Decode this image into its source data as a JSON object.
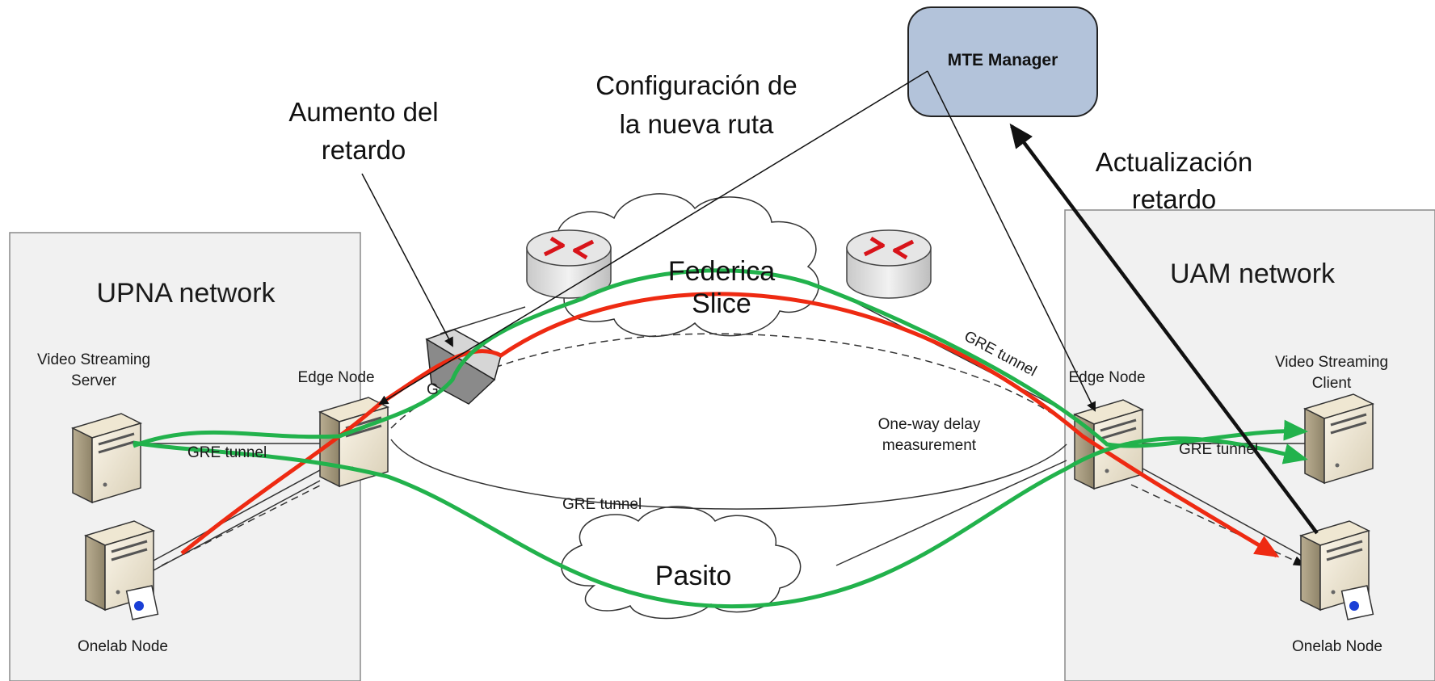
{
  "networks": {
    "upna": "UPNA network",
    "uam": "UAM network"
  },
  "clouds": {
    "federica_line1": "Federica",
    "federica_line2": "Slice",
    "pasito": "Pasito"
  },
  "nodes": {
    "upna_server_line1": "Video Streaming",
    "upna_server_line2": "Server",
    "upna_edge": "Edge Node",
    "upna_onelab": "Onelab Node",
    "uam_edge": "Edge Node",
    "uam_client_line1": "Video Streaming",
    "uam_client_line2": "Client",
    "uam_onelab": "Onelab Node"
  },
  "tunnels": {
    "upna_local": "GRE tunnel",
    "pasito": "GRE tunnel",
    "federica_right": "GRE tunnel",
    "uam_local": "GRE tunnel",
    "federica_left_fragment": "G"
  },
  "measurement": {
    "line1": "One-way delay",
    "line2": "measurement"
  },
  "manager": {
    "label": "MTE Manager"
  },
  "annotations": {
    "delay_increase_line1": "Aumento del",
    "delay_increase_line2": "retardo",
    "route_config_line1": "Configuración de",
    "route_config_line2": "la nueva ruta",
    "delay_update_line1": "Actualización",
    "delay_update_line2": "retardo"
  },
  "colors": {
    "green_path": "#22b24c",
    "red_path": "#ee2a12",
    "panel_bg": "#f1f1f1",
    "manager_bg": "#b3c3da"
  }
}
